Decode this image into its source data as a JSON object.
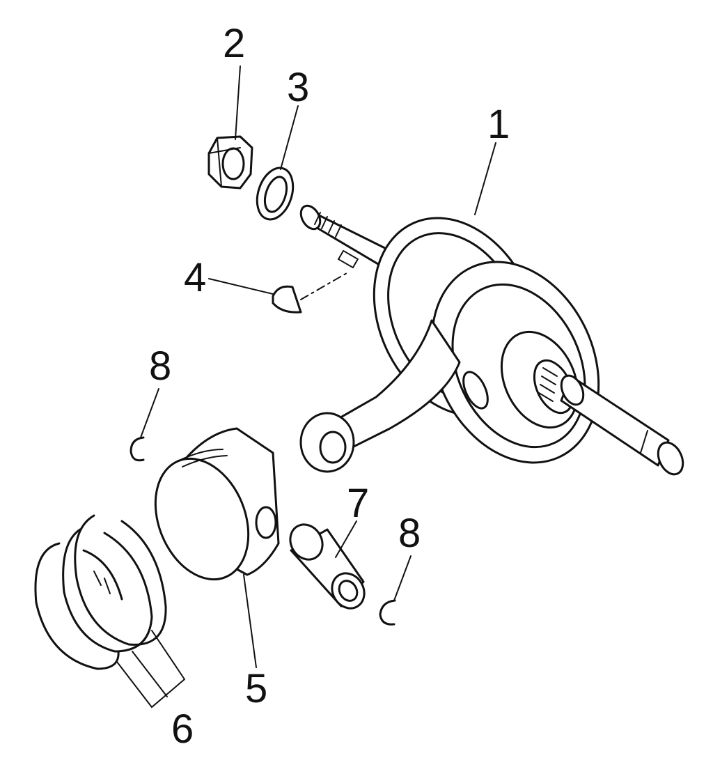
{
  "colors": {
    "line": "#111111",
    "background": "#ffffff"
  },
  "labels": {
    "crankshaft": "1",
    "nut": "2",
    "washer": "3",
    "key": "4",
    "piston": "5",
    "piston_rings": "6",
    "piston_pin": "7",
    "circlip_left": "8",
    "circlip_right": "8"
  }
}
